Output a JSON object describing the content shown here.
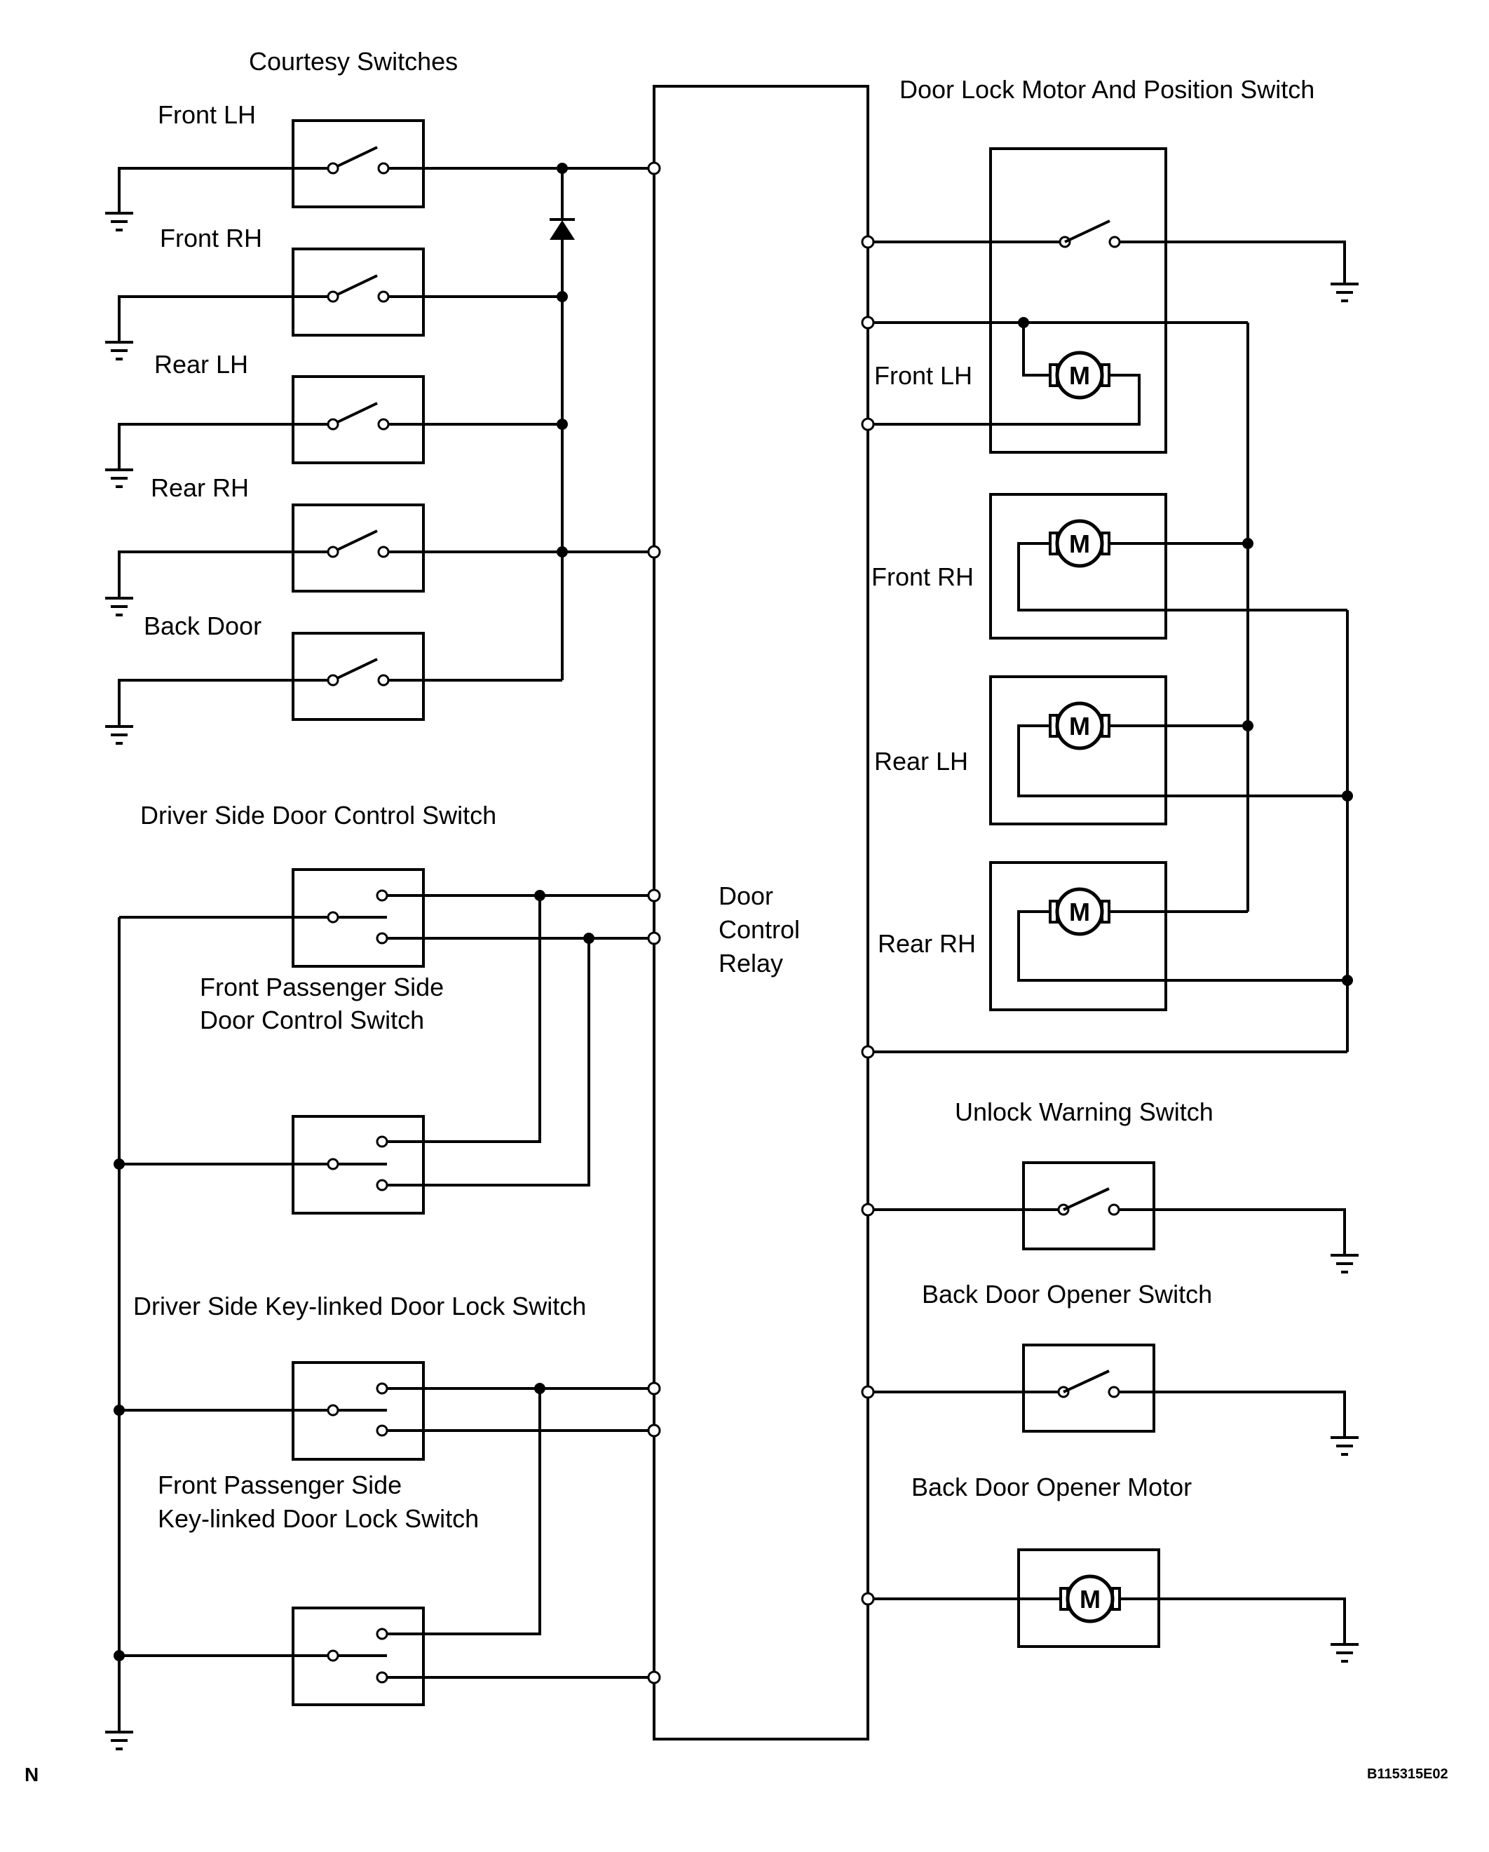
{
  "colors": {
    "line": "#000000",
    "background": "#ffffff"
  },
  "labels": {
    "courtesy_title": "Courtesy Switches",
    "courtesy_front_lh": "Front LH",
    "courtesy_front_rh": "Front RH",
    "courtesy_rear_lh": "Rear LH",
    "courtesy_rear_rh": "Rear RH",
    "courtesy_back_door": "Back Door",
    "driver_door_control": "Driver Side Door Control Switch",
    "passenger_door_control_1": "Front Passenger Side",
    "passenger_door_control_2": "Door Control Switch",
    "driver_key_linked": "Driver Side Key-linked Door Lock Switch",
    "passenger_key_linked_1": "Front Passenger Side",
    "passenger_key_linked_2": "Key-linked Door Lock Switch",
    "relay_1": "Door",
    "relay_2": "Control",
    "relay_3": "Relay",
    "motor_title": "Door Lock Motor And Position Switch",
    "motor_front_lh": "Front LH",
    "motor_front_rh": "Front RH",
    "motor_rear_lh": "Rear LH",
    "motor_rear_rh": "Rear RH",
    "unlock_warning": "Unlock Warning Switch",
    "back_door_opener_switch": "Back Door Opener Switch",
    "back_door_opener_motor": "Back Door Opener Motor",
    "corner_left": "N",
    "figure_code": "B115315E02"
  },
  "icons": {
    "motor": "M"
  }
}
